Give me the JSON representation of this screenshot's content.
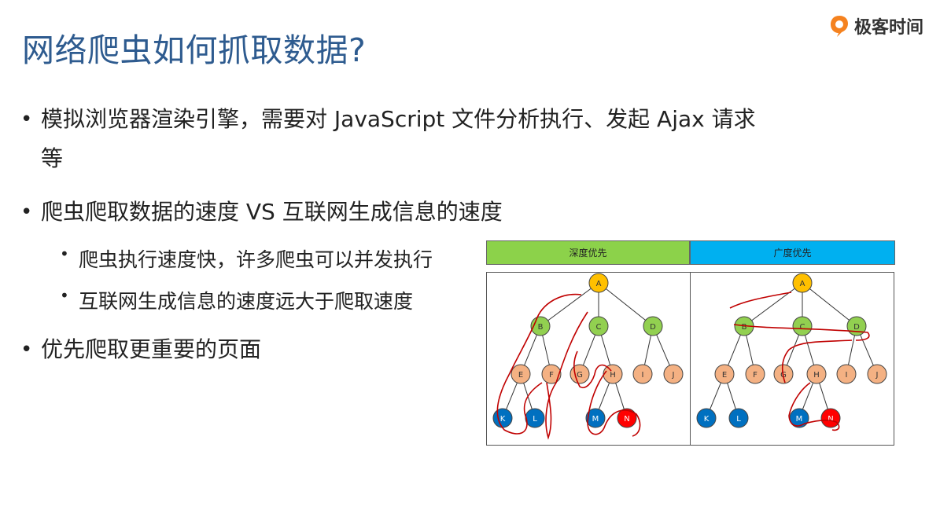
{
  "header": {
    "title": "网络爬虫如何抓取数据?",
    "logo_text": "极客时间"
  },
  "bullets": {
    "b1_line1": "模拟浏览器渲染引擎，需要对 JavaScript 文件分析执行、发起 Ajax 请求",
    "b1_line2": "等",
    "b2": "爬虫爬取数据的速度 VS 互联网生成信息的速度",
    "b2_sub1": "爬虫执行速度快，许多爬虫可以并发执行",
    "b2_sub2": "互联网生成信息的速度远大于爬取速度",
    "b3": "优先爬取更重要的页面",
    "marker": "•"
  },
  "diagram": {
    "left_header": "深度优先",
    "right_header": "广度优先",
    "left_header_color": "#8cd24a",
    "right_header_color": "#00b0f0",
    "node_colors": {
      "root": "#ffc000",
      "level1": "#92d050",
      "level2": "#f4b183",
      "level3_blue": "#0070c0",
      "level3_red": "#ff0000"
    },
    "nodes": {
      "A": "A",
      "B": "B",
      "C": "C",
      "D": "D",
      "E": "E",
      "F": "F",
      "G": "G",
      "H": "H",
      "I": "I",
      "J": "J",
      "K": "K",
      "L": "L",
      "M": "M",
      "N": "N"
    },
    "annotation_color": "#c00000"
  }
}
